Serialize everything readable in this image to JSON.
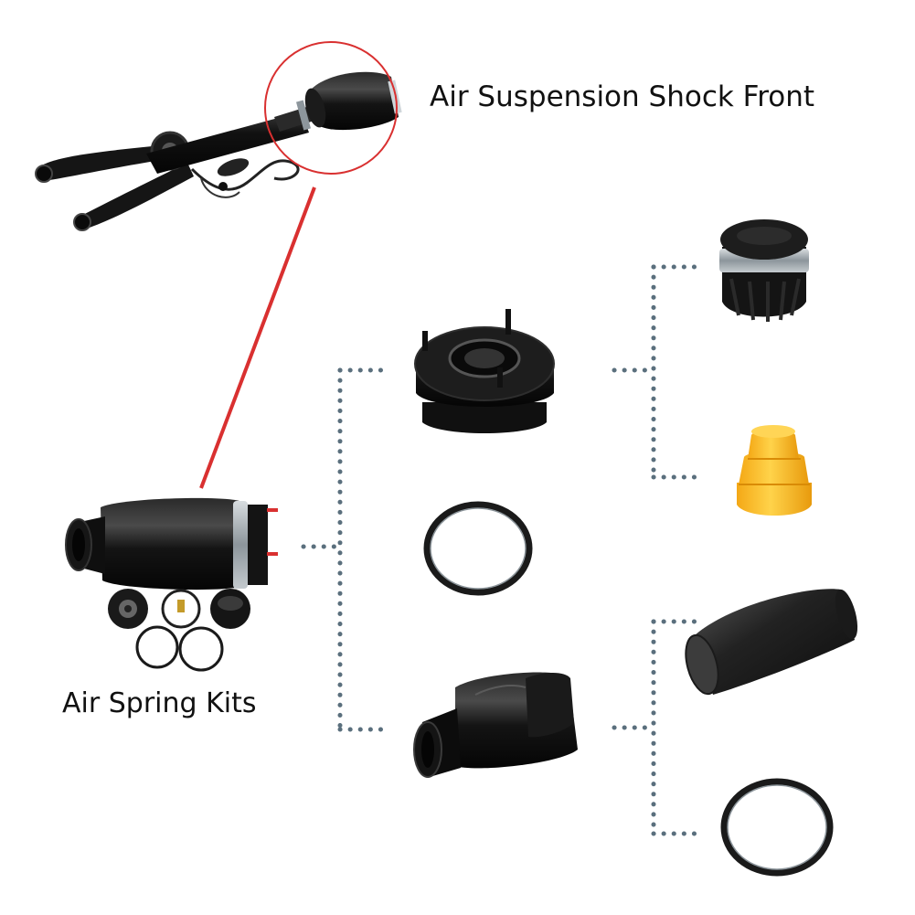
{
  "labels": {
    "shock_front": "Air Suspension Shock Front",
    "spring_kits": "Air Spring Kits"
  },
  "parts": [
    {
      "id": "air-suspension-shock",
      "icon": "shock-absorber-icon"
    },
    {
      "id": "air-spring-kit",
      "icon": "air-spring-icon"
    },
    {
      "id": "top-mount",
      "icon": "top-mount-icon"
    },
    {
      "id": "seal-ring",
      "icon": "ring-icon"
    },
    {
      "id": "air-bag-bellow",
      "icon": "bellow-icon"
    },
    {
      "id": "rubber-bushing",
      "icon": "bushing-icon"
    },
    {
      "id": "bump-stop",
      "icon": "bump-stop-icon"
    },
    {
      "id": "rubber-sleeve",
      "icon": "sleeve-icon"
    },
    {
      "id": "crimp-ring",
      "icon": "ring-icon"
    }
  ],
  "colors": {
    "highlight": "#d93030",
    "connector": "#5a6f7d",
    "part_black": "#141414",
    "bump_stop": "#f5b21f"
  }
}
